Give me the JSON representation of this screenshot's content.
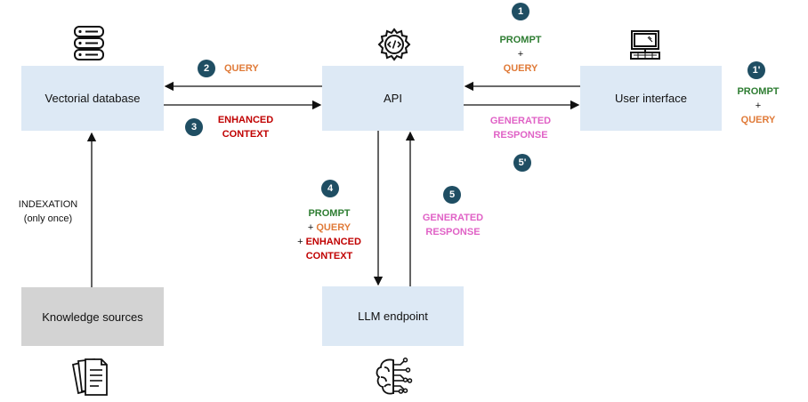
{
  "boxes": {
    "vectorial_db": "Vectorial database",
    "api": "API",
    "user_interface": "User interface",
    "knowledge_sources": "Knowledge sources",
    "llm_endpoint": "LLM endpoint"
  },
  "badges": {
    "b1": "1",
    "b1p": "1'",
    "b2": "2",
    "b3": "3",
    "b4": "4",
    "b5": "5",
    "b5p": "5'"
  },
  "labels": {
    "prompt": "PROMPT",
    "plus": "+",
    "plus_query": "+ QUERY",
    "plus_enhanced": "+ ENHANCED",
    "query": "QUERY",
    "enhanced_line1": "ENHANCED",
    "enhanced_line2": "CONTEXT",
    "context": "CONTEXT",
    "generated": "GENERATED",
    "response": "RESPONSE",
    "indexation_line1": "INDEXATION",
    "indexation_line2": "(only once)"
  },
  "colors": {
    "box_blue": "#dde9f5",
    "box_grey": "#d3d3d3",
    "badge": "#1f4e63",
    "prompt_green": "#2e7d32",
    "query_orange": "#e07b39",
    "enhanced_red": "#c00000",
    "response_pink": "#e062c6"
  },
  "icons": {
    "database": "database-icon",
    "api": "api-gear-icon",
    "user": "computer-icon",
    "documents": "documents-icon",
    "brain": "ai-brain-icon"
  }
}
